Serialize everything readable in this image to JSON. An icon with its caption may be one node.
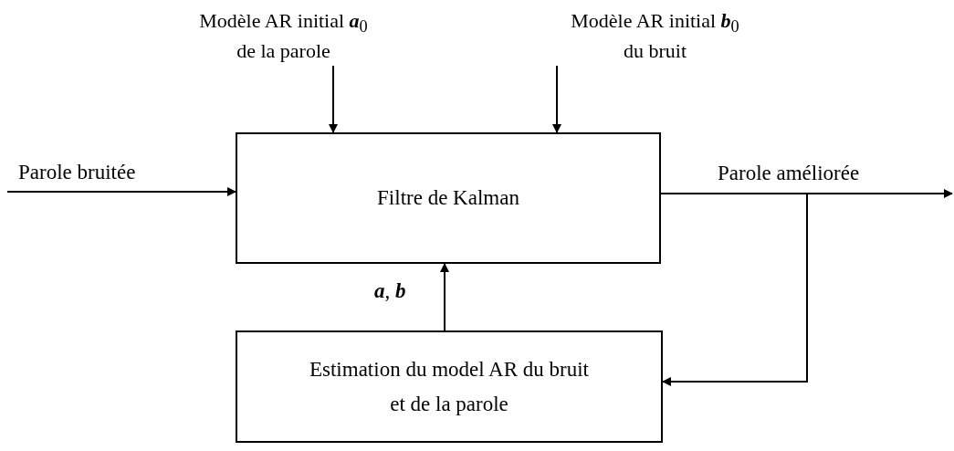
{
  "diagram": {
    "nodes": [
      {
        "text": [
          "Modèle AR initial **a**$_{0}$ de la parole"
        ]
      },
      {
        "text": [
          "Modèle AR initial **b**$_{0}$ du bruit"
        ]
      },
      {
        "text": [
          "Filtre de Kalman"
        ]
      },
      {
        "text": [
          "Estimation du model AR du bruit et de la parole"
        ]
      }
    ],
    "edges": [
      {
        "from": 0,
        "to": 2,
        "arrow": "to"
      },
      {
        "from": 1,
        "to": 2,
        "arrow": "to"
      },
      {
        "from": null,
        "to": 2,
        "arrow": "to",
        "label": "Parole bruitée"
      },
      {
        "from": 2,
        "to": null,
        "arrow": "to",
        "label": "Parole améliorée"
      },
      {
        "from": 2,
        "to": 3,
        "arrow": "to"
      },
      {
        "from": 3,
        "to": 2,
        "arrow": "to",
        "label": "**a**, **b**"
      }
    ]
  }
}
